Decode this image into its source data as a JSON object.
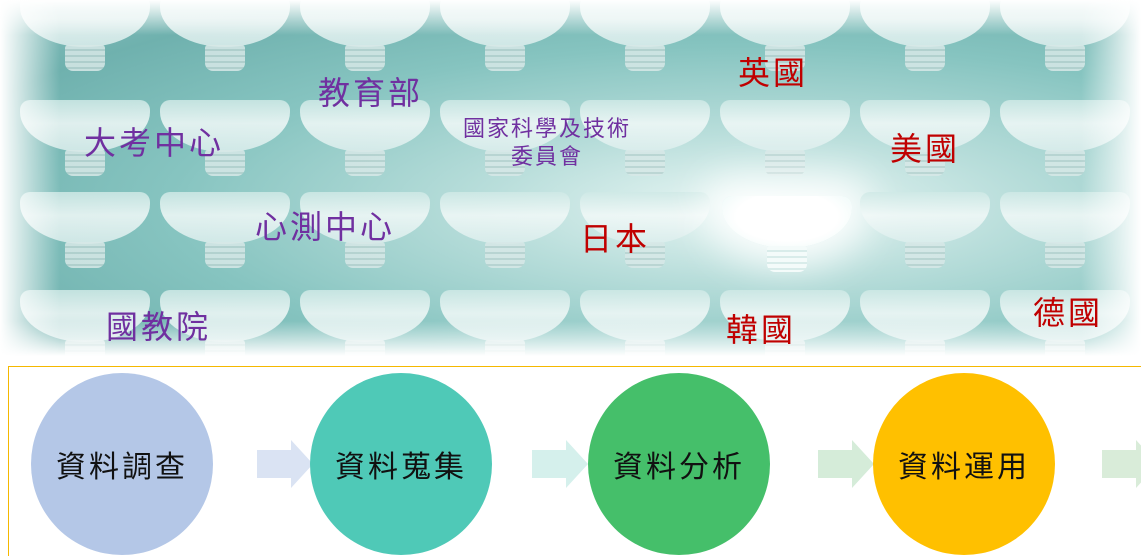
{
  "banner": {
    "labels": {
      "ceec": "大考中心",
      "moe": "教育部",
      "nstc_line1": "國家科學及技術",
      "nstc_line2": "委員會",
      "uk": "英國",
      "usa": "美國",
      "rcpet": "心測中心",
      "japan": "日本",
      "naer": "國教院",
      "korea": "韓國",
      "germany": "德國"
    },
    "colors": {
      "domestic": "#7030a0",
      "foreign": "#c00000"
    }
  },
  "flow": {
    "steps": [
      {
        "label": "資料調查",
        "color": "#b4c7e7"
      },
      {
        "label": "資料蒐集",
        "color": "#4fc9b7"
      },
      {
        "label": "資料分析",
        "color": "#45bf6a"
      },
      {
        "label": "資料運用",
        "color": "#ffc000"
      }
    ],
    "arrow_colors": [
      "#dae3f3",
      "#d5f0ec",
      "#d5ecd9",
      "#d9ecd9"
    ],
    "border_color": "#f5b800"
  }
}
